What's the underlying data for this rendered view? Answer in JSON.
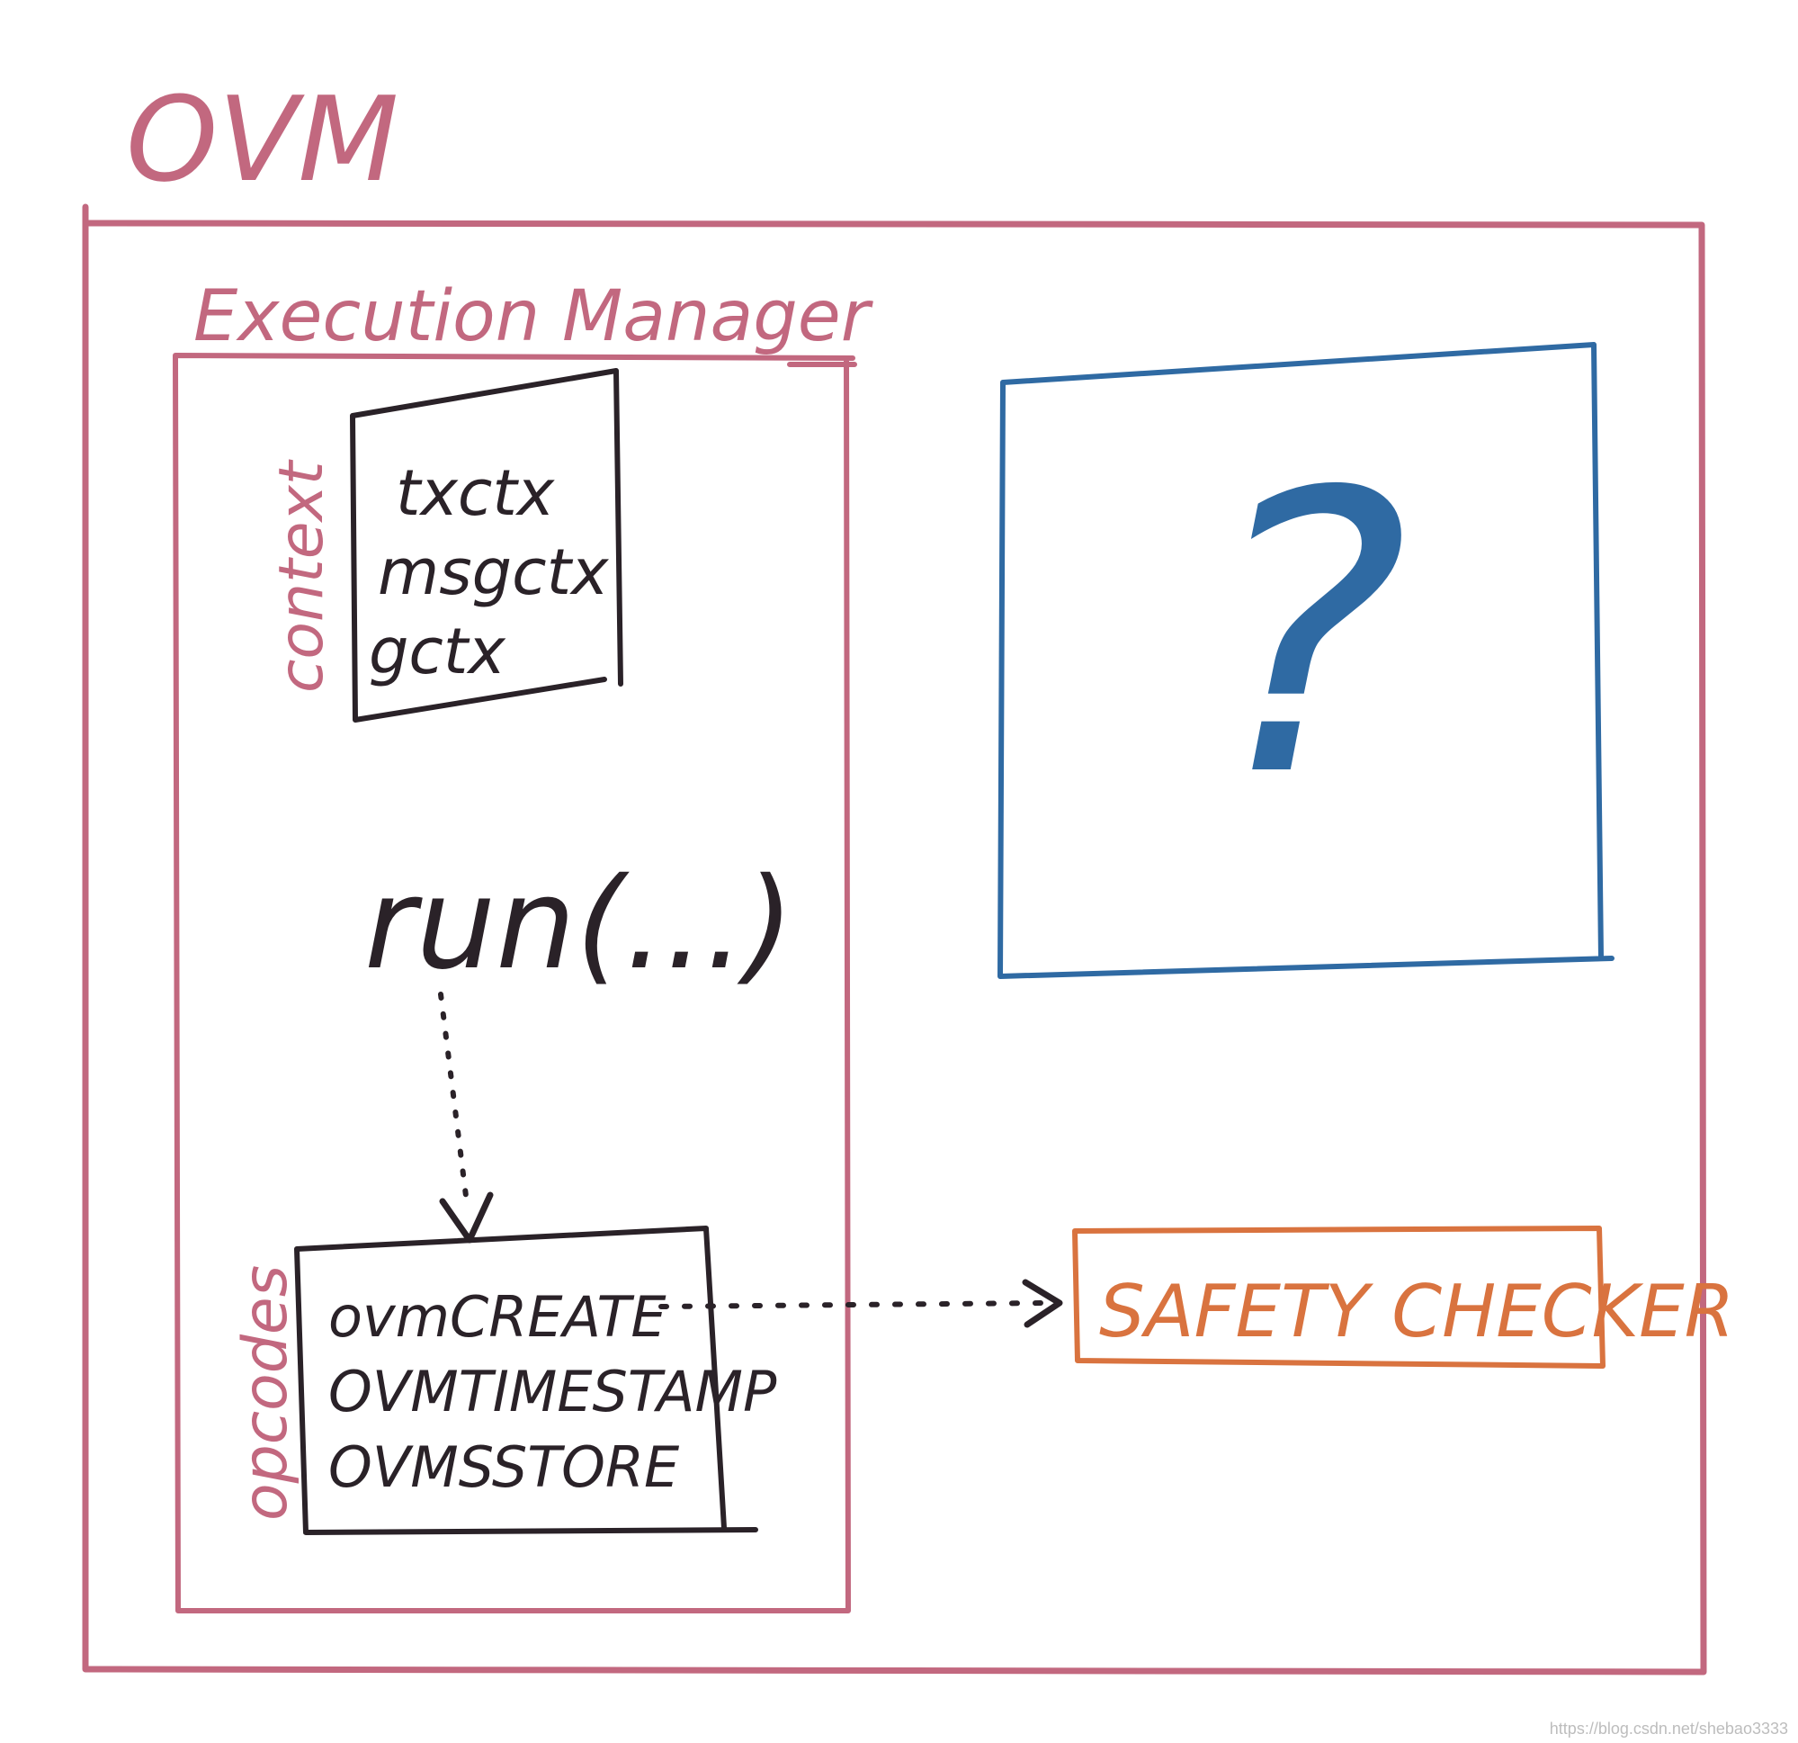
{
  "title": "OVM",
  "execution_manager": {
    "label": "Execution Manager",
    "context": {
      "label": "context",
      "items": [
        "txctx",
        "msgctx",
        "gctx"
      ]
    },
    "run_call": "run(...)",
    "opcodes": {
      "label": "opcodes",
      "items": [
        "ovmCREATE",
        "OVMTIMESTAMP",
        "OVMSSTORE"
      ]
    }
  },
  "unknown_box": {
    "symbol": "?"
  },
  "safety_checker": {
    "label": "SAFETY CHECKER"
  },
  "watermark": "https://blog.csdn.net/shebao3333",
  "colors": {
    "ovm": "#c2687f",
    "ink": "#2a2228",
    "unknown": "#2f6aa3",
    "safety": "#d9733f",
    "watermark": "#bdbdbd"
  }
}
